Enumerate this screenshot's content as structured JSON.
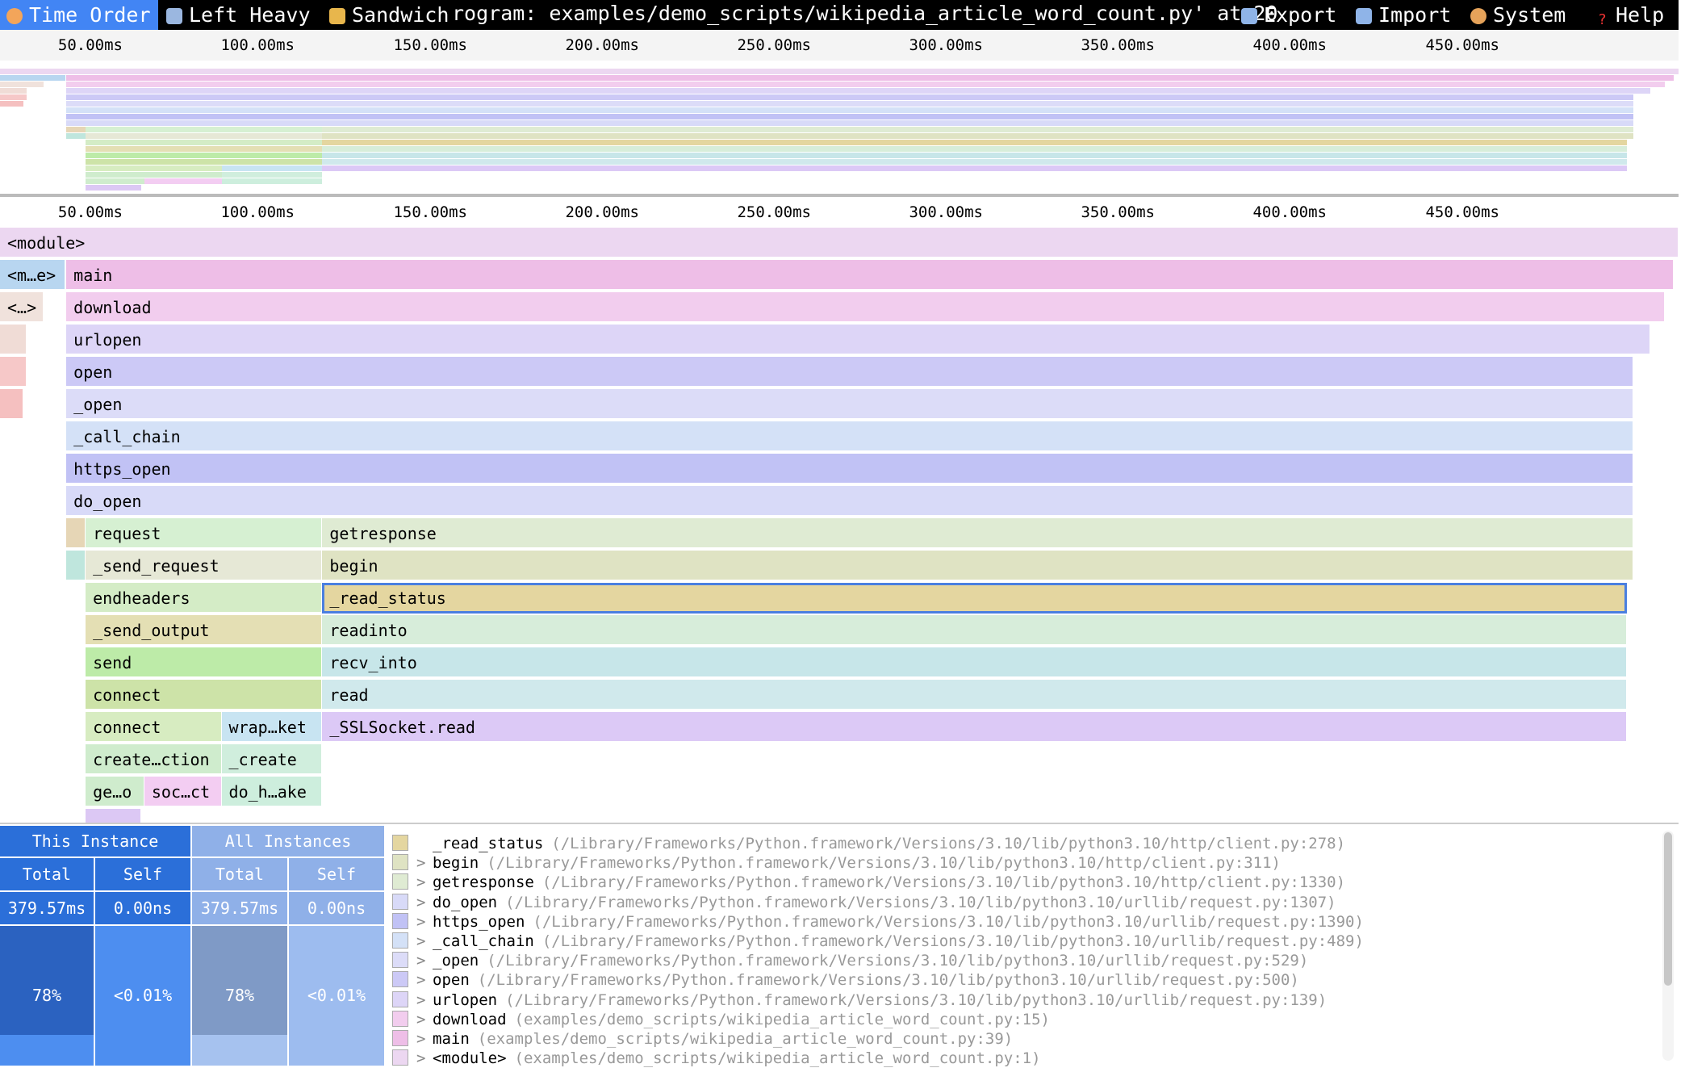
{
  "toolbar": {
    "tabs": [
      {
        "label": "Time Order",
        "icon": "clock-icon",
        "active": true
      },
      {
        "label": "Left Heavy",
        "icon": "back-arrow-icon",
        "active": false
      },
      {
        "label": "Sandwich",
        "icon": "sandwich-icon",
        "active": false
      }
    ],
    "title": "rogram: examples/demo_scripts/wikipedia_article_word_count.py' at 20",
    "right": [
      {
        "label": "Export",
        "icon": "export-icon"
      },
      {
        "label": "Import",
        "icon": "import-icon"
      },
      {
        "label": "System",
        "icon": "palette-icon"
      },
      {
        "label": "Help",
        "icon": "question-icon"
      }
    ]
  },
  "ticks": [
    "50.00ms",
    "100.00ms",
    "150.00ms",
    "200.00ms",
    "250.00ms",
    "300.00ms",
    "350.00ms",
    "400.00ms",
    "450.00ms"
  ],
  "flamegraph": {
    "frames": [
      {
        "name": "<module>",
        "depth": 0,
        "start": 0,
        "end": 1.0,
        "color": "#ecd7f1"
      },
      {
        "name": "<m…e>",
        "depth": 1,
        "start": 0,
        "end": 0.039,
        "color": "#b8d6f0"
      },
      {
        "name": "main",
        "depth": 1,
        "start": 0.0395,
        "end": 0.997,
        "color": "#eebee7"
      },
      {
        "name": "<…>",
        "depth": 2,
        "start": 0,
        "end": 0.026,
        "color": "#f0e2dc"
      },
      {
        "name": "download",
        "depth": 2,
        "start": 0.0395,
        "end": 0.992,
        "color": "#f2cdee"
      },
      {
        "name": "",
        "depth": 3,
        "start": 0,
        "end": 0.016,
        "color": "#f0dcd6"
      },
      {
        "name": "urlopen",
        "depth": 3,
        "start": 0.0395,
        "end": 0.983,
        "color": "#ddd5f7"
      },
      {
        "name": "",
        "depth": 4,
        "start": 0,
        "end": 0.016,
        "color": "#f6c8c8"
      },
      {
        "name": "open",
        "depth": 4,
        "start": 0.0395,
        "end": 0.973,
        "color": "#ccc9f6"
      },
      {
        "name": "",
        "depth": 5,
        "start": 0,
        "end": 0.014,
        "color": "#f5c0c0"
      },
      {
        "name": "_open",
        "depth": 5,
        "start": 0.0395,
        "end": 0.973,
        "color": "#dcdcf8"
      },
      {
        "name": "_call_chain",
        "depth": 6,
        "start": 0.0395,
        "end": 0.973,
        "color": "#d4e1f7"
      },
      {
        "name": "https_open",
        "depth": 7,
        "start": 0.0395,
        "end": 0.973,
        "color": "#c1c2f5"
      },
      {
        "name": "do_open",
        "depth": 8,
        "start": 0.0395,
        "end": 0.973,
        "color": "#d8daf8"
      },
      {
        "name": "",
        "depth": 9,
        "start": 0.0395,
        "end": 0.051,
        "color": "#e6d6b6"
      },
      {
        "name": "request",
        "depth": 9,
        "start": 0.051,
        "end": 0.192,
        "color": "#d6f0d2"
      },
      {
        "name": "getresponse",
        "depth": 9,
        "start": 0.192,
        "end": 0.973,
        "color": "#dfebd3"
      },
      {
        "name": "",
        "depth": 10,
        "start": 0.0395,
        "end": 0.051,
        "color": "#bfe6dd"
      },
      {
        "name": "_send_request",
        "depth": 10,
        "start": 0.051,
        "end": 0.192,
        "color": "#e6e8d6"
      },
      {
        "name": "begin",
        "depth": 10,
        "start": 0.192,
        "end": 0.973,
        "color": "#dfe3c3"
      },
      {
        "name": "endheaders",
        "depth": 11,
        "start": 0.051,
        "end": 0.192,
        "color": "#d4ecc6"
      },
      {
        "name": "_read_status",
        "depth": 11,
        "start": 0.192,
        "end": 0.969,
        "color": "#e4d6a0",
        "selected": true
      },
      {
        "name": "_send_output",
        "depth": 12,
        "start": 0.051,
        "end": 0.192,
        "color": "#e4dfb4"
      },
      {
        "name": "readinto",
        "depth": 12,
        "start": 0.192,
        "end": 0.969,
        "color": "#d7edda"
      },
      {
        "name": "send",
        "depth": 13,
        "start": 0.051,
        "end": 0.192,
        "color": "#bdeba8"
      },
      {
        "name": "recv_into",
        "depth": 13,
        "start": 0.192,
        "end": 0.969,
        "color": "#c7e6e9"
      },
      {
        "name": "connect",
        "depth": 14,
        "start": 0.051,
        "end": 0.192,
        "color": "#cde3a8"
      },
      {
        "name": "read",
        "depth": 14,
        "start": 0.192,
        "end": 0.969,
        "color": "#d0e9ec"
      },
      {
        "name": "connect",
        "depth": 15,
        "start": 0.051,
        "end": 0.132,
        "color": "#d7ecc1"
      },
      {
        "name": "wrap…ket",
        "depth": 15,
        "start": 0.132,
        "end": 0.192,
        "color": "#c8e4f2"
      },
      {
        "name": "_SSLSocket.read",
        "depth": 15,
        "start": 0.192,
        "end": 0.969,
        "color": "#dcc9f6"
      },
      {
        "name": "create…ction",
        "depth": 16,
        "start": 0.051,
        "end": 0.132,
        "color": "#cfeccd"
      },
      {
        "name": "_create",
        "depth": 16,
        "start": 0.132,
        "end": 0.192,
        "color": "#d0eedd"
      },
      {
        "name": "ge…o",
        "depth": 17,
        "start": 0.051,
        "end": 0.086,
        "color": "#cfeccd"
      },
      {
        "name": "soc…ct",
        "depth": 17,
        "start": 0.086,
        "end": 0.132,
        "color": "#f3cdf2"
      },
      {
        "name": "do_h…ake",
        "depth": 17,
        "start": 0.132,
        "end": 0.192,
        "color": "#cdeedd"
      },
      {
        "name": "",
        "depth": 18,
        "start": 0.051,
        "end": 0.084,
        "color": "#dcc8f4"
      }
    ]
  },
  "stats": {
    "this_instance_label": "This Instance",
    "all_instances_label": "All Instances",
    "total_label": "Total",
    "self_label": "Self",
    "this_total": "379.57ms",
    "this_self": "0.00ns",
    "all_total": "379.57ms",
    "all_self": "0.00ns",
    "this_total_pct": "78%",
    "this_self_pct": "<0.01%",
    "all_total_pct": "78%",
    "all_self_pct": "<0.01%",
    "total_fraction": 0.78
  },
  "callers": [
    {
      "name": "_read_status",
      "file": "(/Library/Frameworks/Python.framework/Versions/3.10/lib/python3.10/http/client.py:278)",
      "color": "#e4d6a0",
      "arrow": ""
    },
    {
      "name": "begin",
      "file": "(/Library/Frameworks/Python.framework/Versions/3.10/lib/python3.10/http/client.py:311)",
      "color": "#dfe3c3",
      "arrow": ">"
    },
    {
      "name": "getresponse",
      "file": "(/Library/Frameworks/Python.framework/Versions/3.10/lib/python3.10/http/client.py:1330)",
      "color": "#dfebd3",
      "arrow": ">"
    },
    {
      "name": "do_open",
      "file": "(/Library/Frameworks/Python.framework/Versions/3.10/lib/python3.10/urllib/request.py:1307)",
      "color": "#d8daf8",
      "arrow": ">"
    },
    {
      "name": "https_open",
      "file": "(/Library/Frameworks/Python.framework/Versions/3.10/lib/python3.10/urllib/request.py:1390)",
      "color": "#c1c2f5",
      "arrow": ">"
    },
    {
      "name": "_call_chain",
      "file": "(/Library/Frameworks/Python.framework/Versions/3.10/lib/python3.10/urllib/request.py:489)",
      "color": "#d4e1f7",
      "arrow": ">"
    },
    {
      "name": "_open",
      "file": "(/Library/Frameworks/Python.framework/Versions/3.10/lib/python3.10/urllib/request.py:529)",
      "color": "#dcdcf8",
      "arrow": ">"
    },
    {
      "name": "open",
      "file": "(/Library/Frameworks/Python.framework/Versions/3.10/lib/python3.10/urllib/request.py:500)",
      "color": "#ccc9f6",
      "arrow": ">"
    },
    {
      "name": "urlopen",
      "file": "(/Library/Frameworks/Python.framework/Versions/3.10/lib/python3.10/urllib/request.py:139)",
      "color": "#ddd5f7",
      "arrow": ">"
    },
    {
      "name": "download",
      "file": "(examples/demo_scripts/wikipedia_article_word_count.py:15)",
      "color": "#f2cdee",
      "arrow": ">"
    },
    {
      "name": "main",
      "file": "(examples/demo_scripts/wikipedia_article_word_count.py:39)",
      "color": "#eebee7",
      "arrow": ">"
    },
    {
      "name": "<module>",
      "file": "(examples/demo_scripts/wikipedia_article_word_count.py:1)",
      "color": "#ecd7f1",
      "arrow": ">"
    }
  ]
}
